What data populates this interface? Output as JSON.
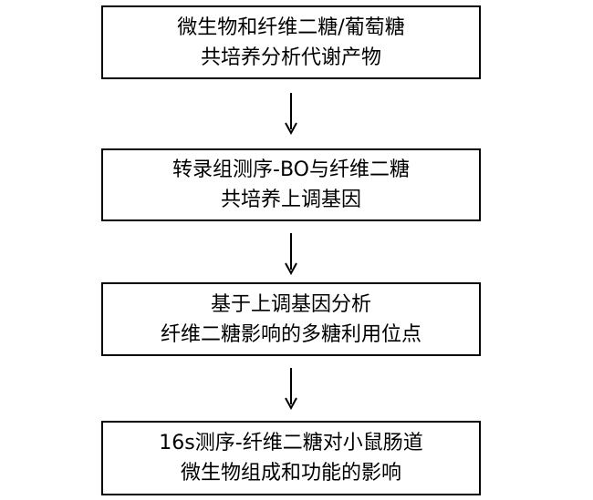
{
  "flowchart": {
    "steps": [
      {
        "lines": [
          "微生物和纤维二糖/葡萄糖",
          "共培养分析代谢产物"
        ]
      },
      {
        "lines": [
          "转录组测序-BO与纤维二糖",
          "共培养上调基因"
        ]
      },
      {
        "lines": [
          "基于上调基因分析",
          "纤维二糖影响的多糖利用位点"
        ]
      },
      {
        "lines": [
          "16s测序-纤维二糖对小鼠肠道",
          "微生物组成和功能的影响"
        ]
      }
    ],
    "colors": {
      "stroke": "#000000",
      "background": "#ffffff"
    }
  }
}
